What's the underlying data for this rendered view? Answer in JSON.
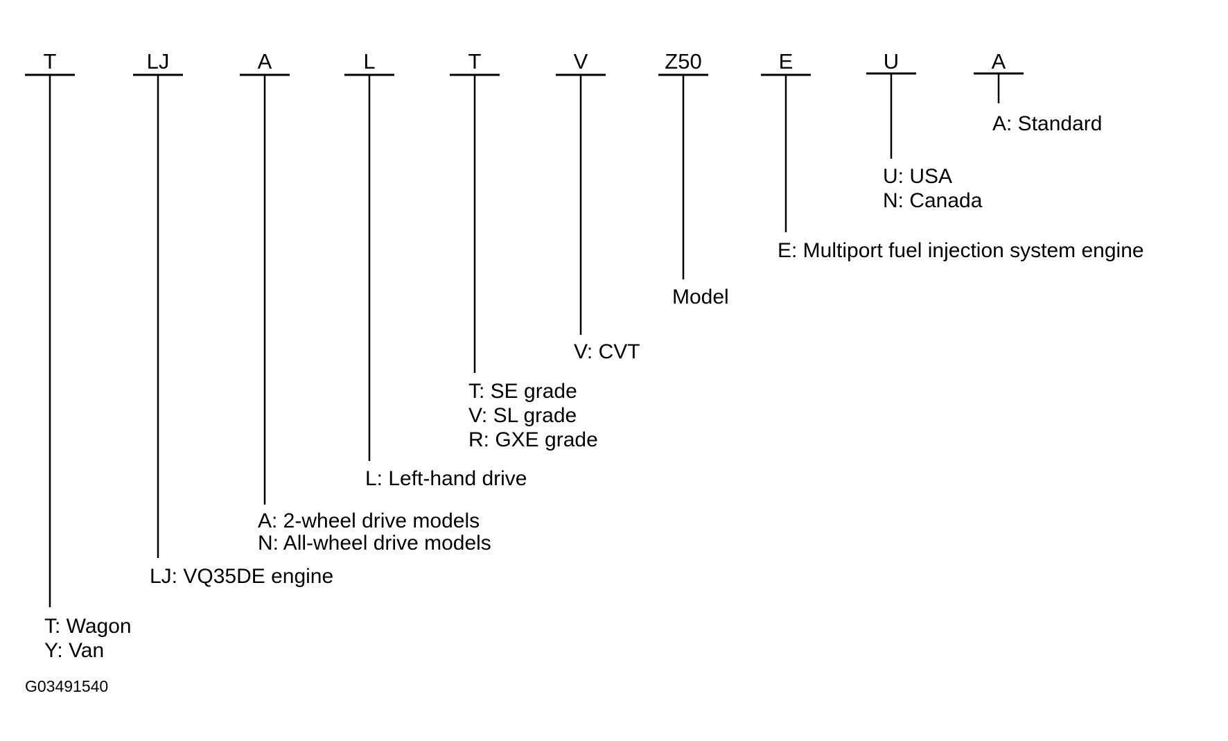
{
  "diagram_id": "G03491540",
  "segments": [
    {
      "code": "T",
      "descriptions": [
        "T: Wagon",
        "Y: Van"
      ]
    },
    {
      "code": "LJ",
      "descriptions": [
        "LJ: VQ35DE engine"
      ]
    },
    {
      "code": "A",
      "descriptions": [
        "A: 2-wheel drive models",
        "N: All-wheel drive models"
      ]
    },
    {
      "code": "L",
      "descriptions": [
        "L: Left-hand drive"
      ]
    },
    {
      "code": "T",
      "descriptions": [
        "T: SE grade",
        "V: SL grade",
        "R: GXE grade"
      ]
    },
    {
      "code": "V",
      "descriptions": [
        "V: CVT"
      ]
    },
    {
      "code": "Z50",
      "descriptions": [
        "Model"
      ]
    },
    {
      "code": "E",
      "descriptions": [
        "E: Multiport fuel injection system engine"
      ]
    },
    {
      "code": "U",
      "descriptions": [
        "U: USA",
        "N: Canada"
      ]
    },
    {
      "code": "A",
      "descriptions": [
        "A: Standard"
      ]
    }
  ]
}
